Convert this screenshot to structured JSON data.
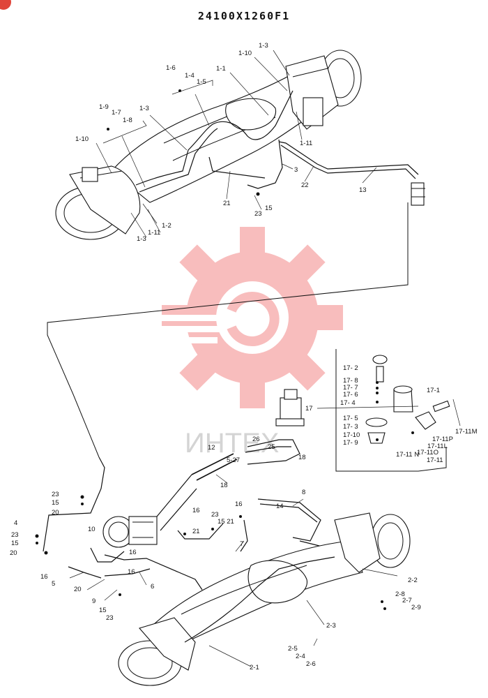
{
  "title": "24100X1260F1",
  "watermark": {
    "text": "ИНТЕХ",
    "gear_color": "#f06e6e",
    "text_color": "#d4d4d4"
  },
  "colors": {
    "ink": "#111111",
    "badge": "#e0453a"
  },
  "labels": {
    "l_1_3_top": "1-3",
    "l_1_10_top": "1-10",
    "l_1_1": "1-1",
    "l_1_6": "1-6",
    "l_1_4": "1-4",
    "l_1_5": "1-5",
    "l_1_9": "1-9",
    "l_1_7": "1-7",
    "l_1_8": "1-8",
    "l_1_3_mid": "1-3",
    "l_1_10_left": "1-10",
    "l_1_11_right": "1-11",
    "l_3": "3",
    "l_22": "22",
    "l_13": "13",
    "l_21_top": "21",
    "l_15_top": "15",
    "l_23_top": "23",
    "l_1_2": "1-2",
    "l_1_11_left": "1-11",
    "l_1_3_bot": "1-3",
    "l_17_2": "17- 2",
    "l_17_8": "17- 8",
    "l_17_7": "17- 7",
    "l_17_6": "17- 6",
    "l_17_4": "17- 4",
    "l_17_1": "17-1",
    "l_17": "17",
    "l_17_5": "17- 5",
    "l_17_3": "17- 3",
    "l_17_10": "17-10",
    "l_17_9": "17- 9",
    "l_17_11m": "17-11M",
    "l_17_11p": "17-11P",
    "l_17_11l": "17-11L",
    "l_17_11o": "17-11O",
    "l_17_11n": "17-11 N",
    "l_17_11": "17-11",
    "l_26": "26",
    "l_25": "25",
    "l_18_r": "18",
    "l_5_27": "5-27",
    "l_12": "12",
    "l_18_l": "18",
    "l_8": "8",
    "l_14": "14",
    "l_23_a": "23",
    "l_15_a": "15",
    "l_20_a": "20",
    "l_4": "4",
    "l_23_b": "23",
    "l_15_b": "15",
    "l_20_b": "20",
    "l_10": "10",
    "l_16_a": "16",
    "l_5": "5",
    "l_20_c": "20",
    "l_16_b": "16",
    "l_16_c": "16",
    "l_23_c": "23",
    "l_1521": "15 21",
    "l_21_mid": "21",
    "l_16_d": "16",
    "l_7": "7",
    "l_6": "6",
    "l_9": "9",
    "l_15_c": "15",
    "l_23_d": "23",
    "l_2_2": "2-2",
    "l_2_8": "2-8",
    "l_2_7": "2-7",
    "l_2_9": "2-9",
    "l_2_3": "2-3",
    "l_2_5": "2-5",
    "l_2_4": "2-4",
    "l_2_6": "2-6",
    "l_2_1": "2-1"
  }
}
